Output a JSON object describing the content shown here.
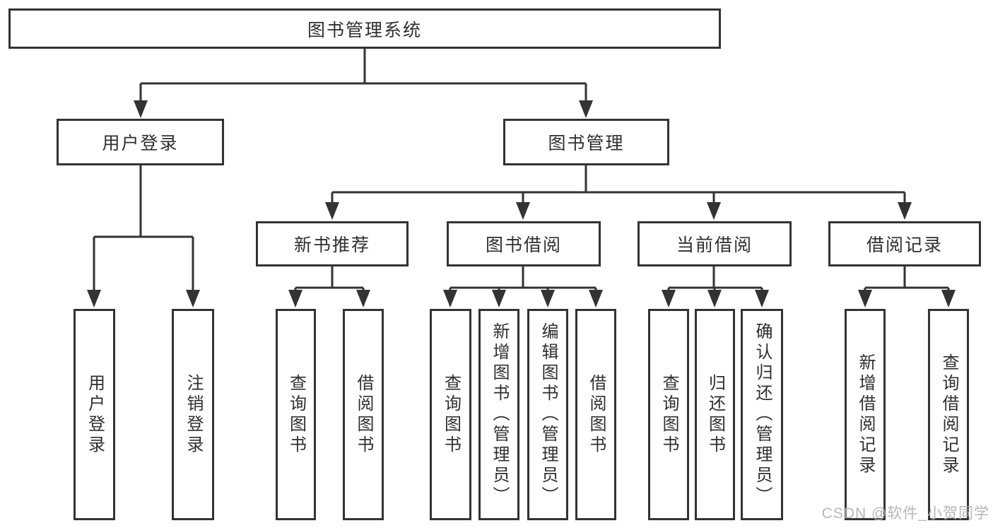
{
  "diagram": {
    "root": {
      "label": "图书管理系统"
    },
    "branches": [
      {
        "label": "用户登录",
        "children": [
          {
            "label": "用户登录"
          },
          {
            "label": "注销登录"
          }
        ]
      },
      {
        "label": "图书管理",
        "children": [
          {
            "label": "新书推荐",
            "children": [
              {
                "label": "查询图书"
              },
              {
                "label": "借阅图书"
              }
            ]
          },
          {
            "label": "图书借阅",
            "children": [
              {
                "label": "查询图书"
              },
              {
                "label": "新增图书（管理员）"
              },
              {
                "label": "编辑图书（管理员）"
              },
              {
                "label": "借阅图书"
              }
            ]
          },
          {
            "label": "当前借阅",
            "children": [
              {
                "label": "查询图书"
              },
              {
                "label": "归还图书"
              },
              {
                "label": "确认归还（管理员）"
              }
            ]
          },
          {
            "label": "借阅记录",
            "children": [
              {
                "label": "新增借阅记录"
              },
              {
                "label": "查询借阅记录"
              }
            ]
          }
        ]
      }
    ],
    "watermark": "CSDN @软件_小贺同学",
    "colors": {
      "line": "#333333",
      "text": "#2f2f2f",
      "background": "#ffffff",
      "watermark": "#b2b2b2"
    }
  }
}
